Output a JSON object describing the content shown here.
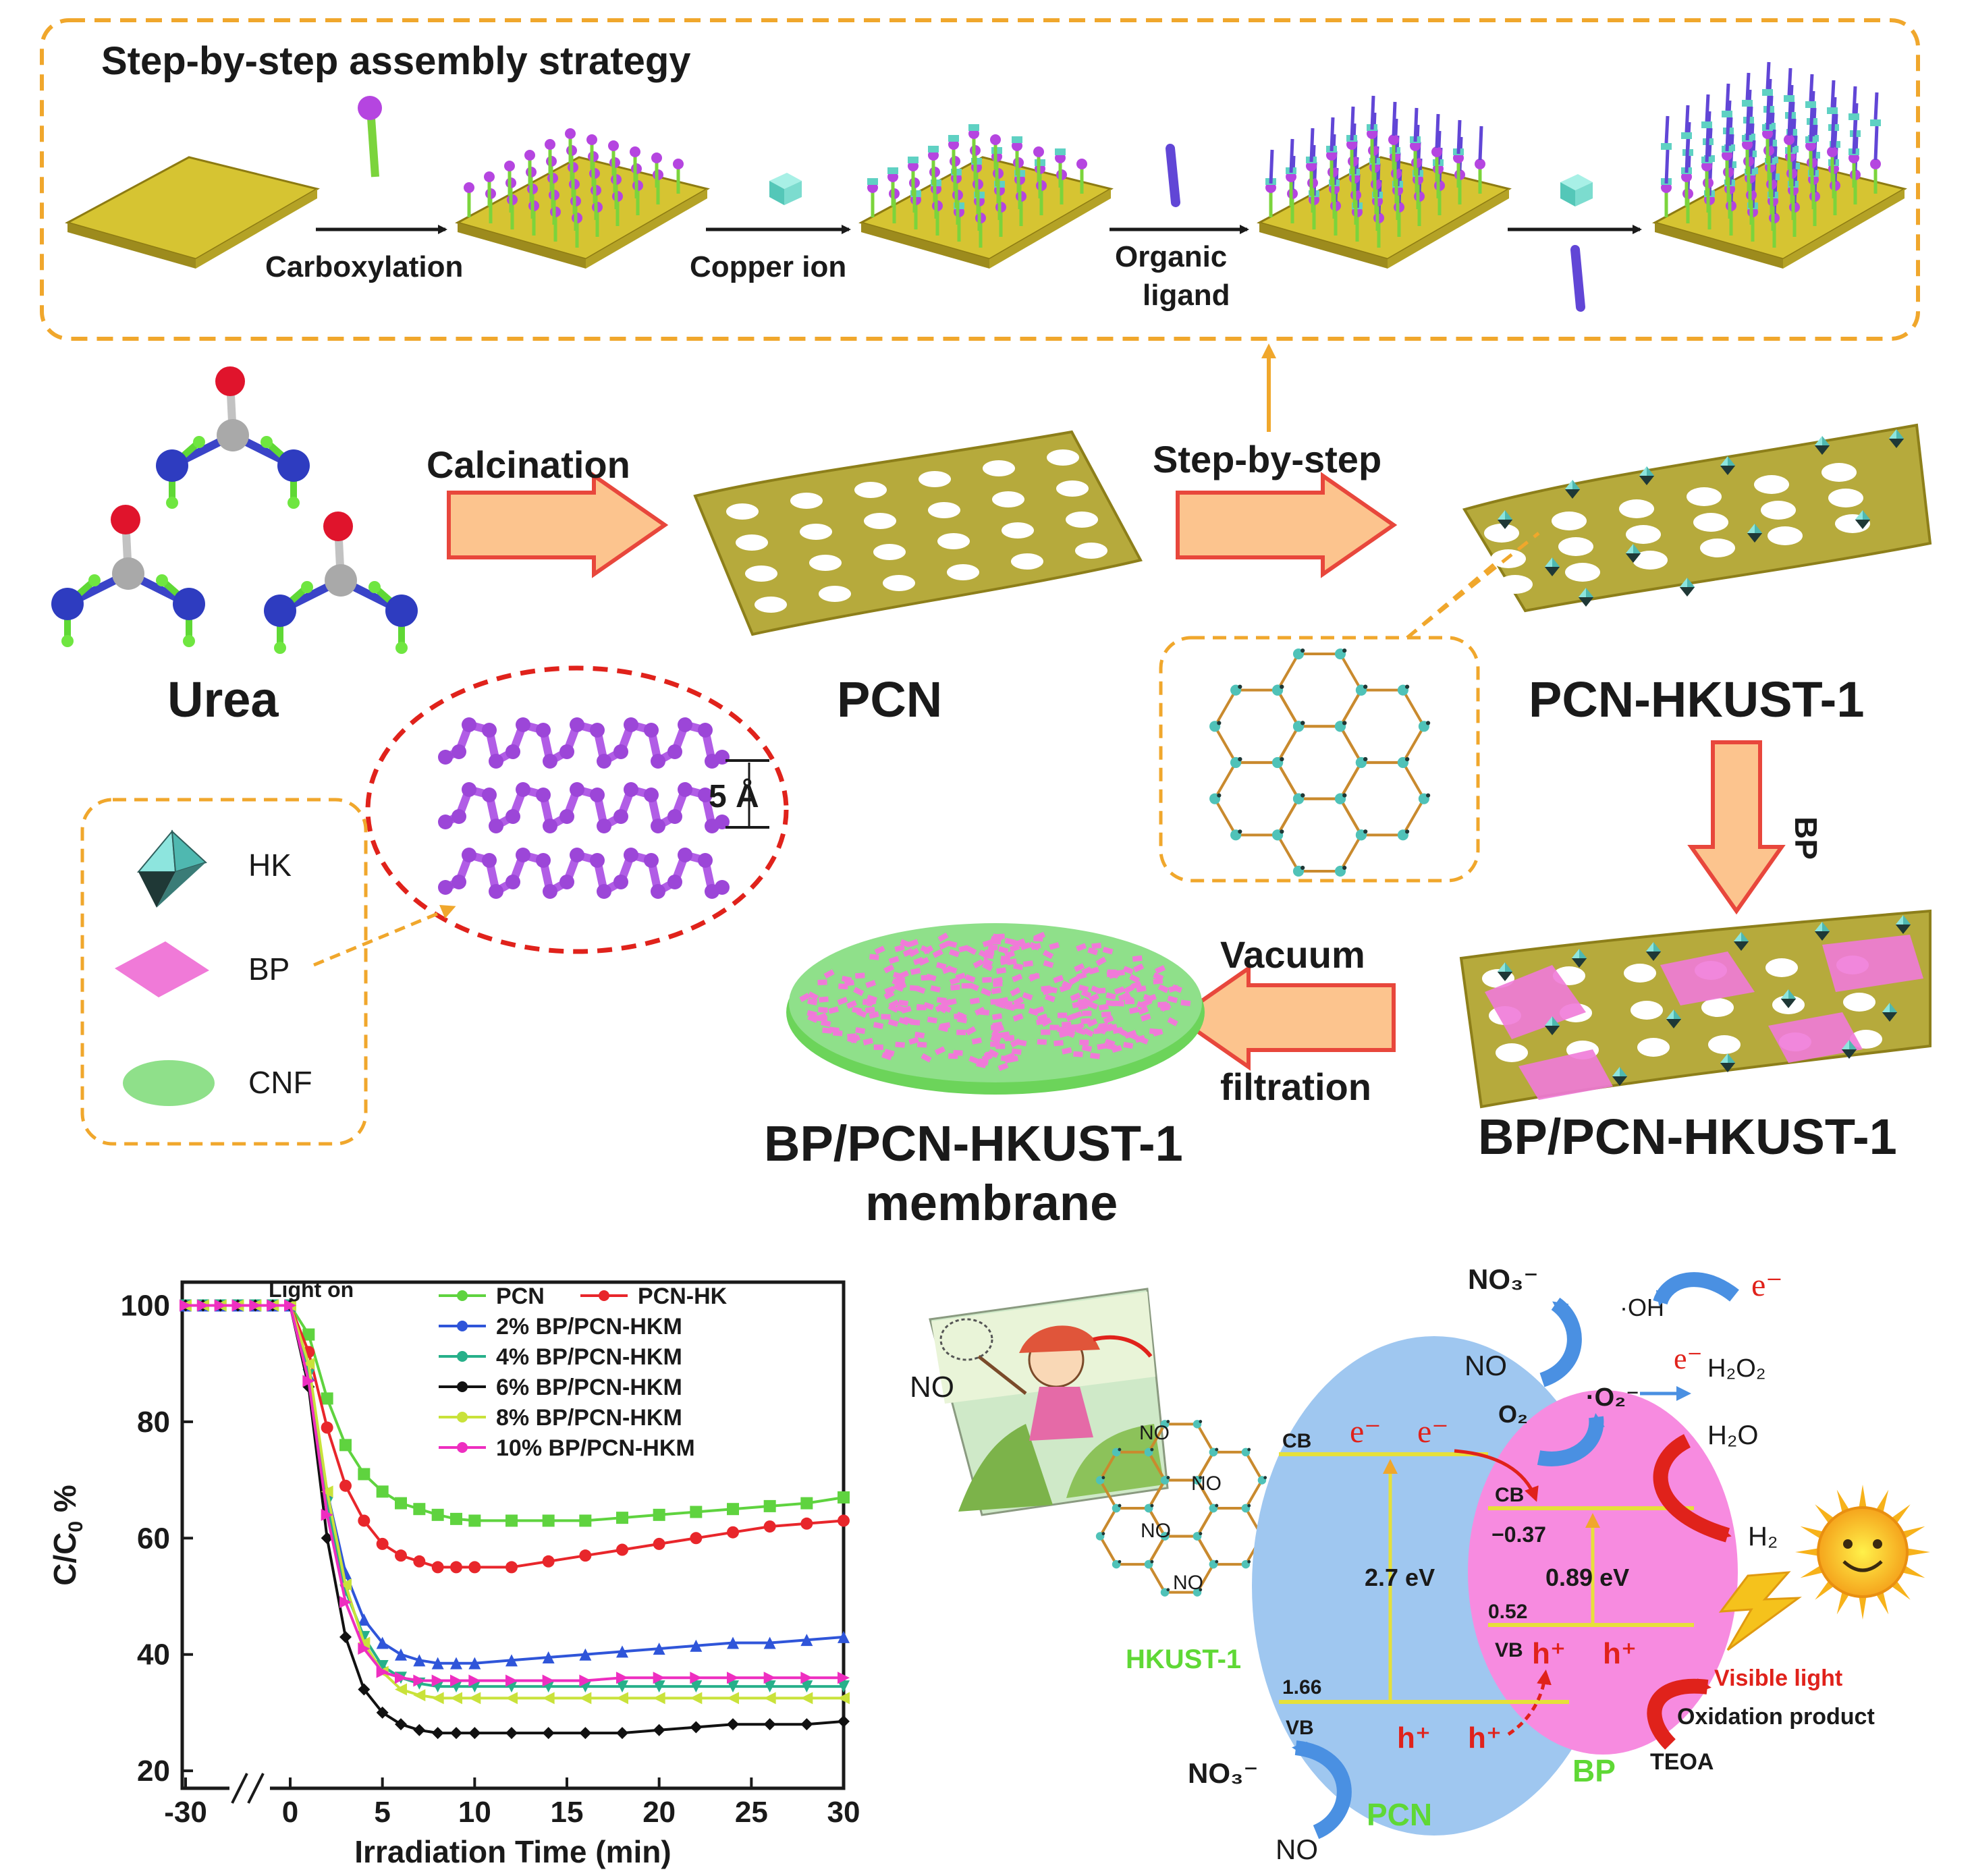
{
  "assembly": {
    "title": "Step-by-step assembly strategy",
    "step_labels": [
      "Carboxylation",
      "Copper ion",
      "Organic",
      "ligand"
    ]
  },
  "process": {
    "calcination": "Calcination",
    "step_by_step": "Step-by-step",
    "bp_arrow": "BP",
    "vacuum": "Vacuum",
    "filtration": "filtration"
  },
  "materials": {
    "urea": "Urea",
    "pcn": "PCN",
    "pcn_hkust": "PCN-HKUST-1",
    "bp_pcn_hkust": "BP/PCN-HKUST-1",
    "membrane_line1": "BP/PCN-HKUST-1",
    "membrane_line2": "membrane",
    "layer_spacing": "5 Å"
  },
  "legend_box": {
    "items": [
      "HK",
      "BP",
      "CNF"
    ]
  },
  "chart_data": {
    "type": "line",
    "annotation": "Light on",
    "xlabel": "Irradiation Time (min)",
    "ylabel": "C/C0 %",
    "xticks": [
      -30,
      0,
      5,
      10,
      15,
      20,
      25,
      30
    ],
    "yticks": [
      20,
      40,
      60,
      80,
      100
    ],
    "ylim": [
      17,
      104
    ],
    "axis_break": "between -30 and 0",
    "legend": "top-right",
    "x": [
      -30,
      -25,
      -20,
      -15,
      -10,
      -5,
      0,
      1,
      2,
      3,
      4,
      5,
      6,
      7,
      8,
      9,
      10,
      12,
      14,
      16,
      18,
      20,
      22,
      24,
      26,
      28,
      30
    ],
    "series": [
      {
        "name": "PCN",
        "color": "#5fd33f",
        "marker": "square",
        "values": [
          100,
          100,
          100,
          100,
          100,
          100,
          100,
          95,
          84,
          76,
          71,
          68,
          66,
          65,
          64,
          63.3,
          63,
          63,
          63,
          63,
          63.5,
          64,
          64.5,
          65,
          65.5,
          66,
          67
        ]
      },
      {
        "name": "PCN-HK",
        "color": "#e8262b",
        "marker": "circle",
        "values": [
          100,
          100,
          100,
          100,
          100,
          100,
          100,
          92,
          79,
          69,
          63,
          59,
          57,
          56,
          55,
          55,
          55,
          55,
          56,
          57,
          58,
          59,
          60,
          61,
          62,
          62.5,
          63
        ]
      },
      {
        "name": "2% BP/PCN-HKM",
        "color": "#2f55d9",
        "marker": "triangle-up",
        "values": [
          100,
          100,
          100,
          100,
          100,
          100,
          100,
          88,
          68,
          54,
          46,
          42,
          40,
          39,
          38.5,
          38.5,
          38.5,
          39,
          39.5,
          40,
          40.5,
          41,
          41.5,
          42,
          42,
          42.5,
          43
        ]
      },
      {
        "name": "4% BP/PCN-HKM",
        "color": "#27b08a",
        "marker": "triangle-down",
        "values": [
          100,
          100,
          100,
          100,
          100,
          100,
          100,
          88,
          66,
          51,
          43,
          38,
          36,
          35,
          34.5,
          34.5,
          34.5,
          34.5,
          34.5,
          34.5,
          34.5,
          34.5,
          34.5,
          34.5,
          34.5,
          34.5,
          34.5
        ]
      },
      {
        "name": "6% BP/PCN-HKM",
        "color": "#111111",
        "marker": "diamond",
        "values": [
          100,
          100,
          100,
          100,
          100,
          100,
          100,
          86,
          60,
          43,
          34,
          30,
          28,
          27,
          26.5,
          26.5,
          26.5,
          26.5,
          26.5,
          26.5,
          26.5,
          27,
          27.5,
          28,
          28,
          28,
          28.5
        ]
      },
      {
        "name": "8% BP/PCN-HKM",
        "color": "#c9e23a",
        "marker": "triangle-left",
        "values": [
          100,
          100,
          100,
          100,
          100,
          100,
          100,
          90,
          68,
          52,
          42,
          37,
          34,
          33,
          32.5,
          32.5,
          32.5,
          32.5,
          32.5,
          32.5,
          32.5,
          32.5,
          32.5,
          32.5,
          32.5,
          32.5,
          32.5
        ]
      },
      {
        "name": "10% BP/PCN-HKM",
        "color": "#ee2ec0",
        "marker": "triangle-right",
        "values": [
          100,
          100,
          100,
          100,
          100,
          100,
          100,
          87,
          64,
          49,
          41,
          37,
          36,
          35.5,
          35.5,
          35.5,
          35.5,
          35.5,
          35.5,
          35.5,
          36,
          36,
          36,
          36,
          36,
          36,
          36
        ]
      }
    ]
  },
  "mechanism": {
    "no_left": "NO",
    "hkust": "HKUST-1",
    "cage_no": [
      "NO",
      "NO",
      "NO",
      "NO"
    ],
    "pcn_label": "PCN",
    "bp_label": "BP",
    "cb": "CB",
    "vb": "VB",
    "bp_cb": "CB",
    "bp_vb": "VB",
    "pcn_gap": "2.7 eV",
    "bp_gap": "0.89 eV",
    "pcn_vb_potential": "1.66",
    "bp_cb_potential": "−0.37",
    "bp_vb_potential": "0.52",
    "electron": "e⁻",
    "hole": "h⁺",
    "no3_top": "NO₃⁻",
    "no_top": "NO",
    "oh_radical": "·OH",
    "superoxide": "·O₂⁻",
    "o2": "O₂",
    "e_top": "e⁻",
    "h2o2": "H₂O₂",
    "h2o": "H₂O",
    "h2": "H₂",
    "no3_bottom": "NO₃⁻",
    "no_bottom": "NO",
    "oxidation_product": "Oxidation product",
    "teoa": "TEOA",
    "visible_light": "Visible light"
  },
  "colors": {
    "dashed_box": "#f0a72c",
    "pcn_sheet": "#b5a83c",
    "arrow_fill": "#fcc48e",
    "arrow_stroke": "#e8473c",
    "bp": "#f07ad8",
    "cnf": "#8fe08a",
    "pcn_ellipse": "#9fc7f0",
    "bp_ellipse": "#f78be0",
    "band_line": "#e6e03a"
  }
}
